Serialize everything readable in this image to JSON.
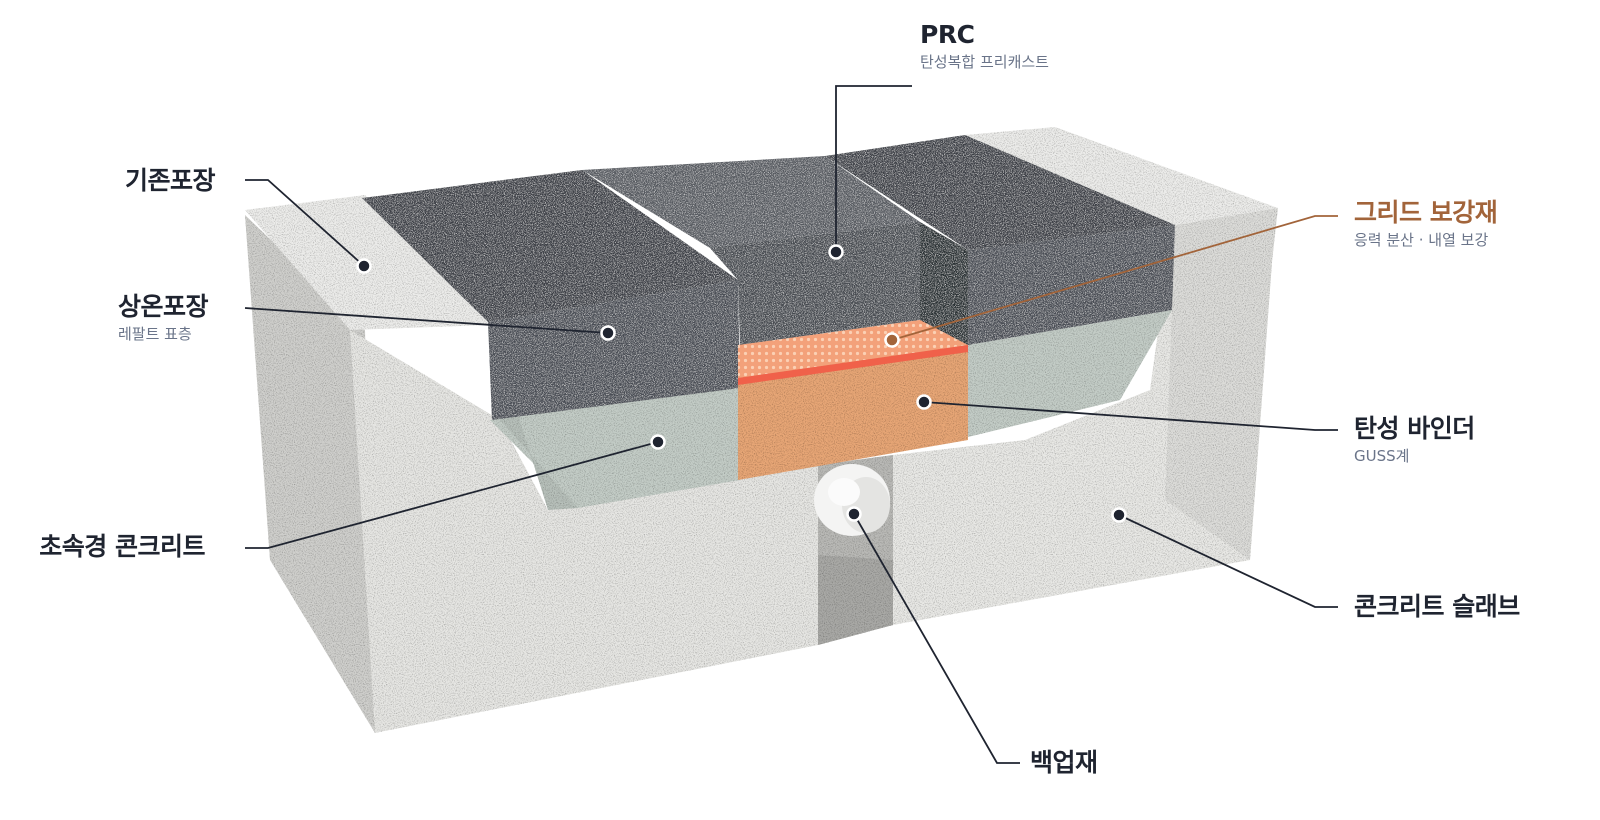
{
  "labels": {
    "prc": {
      "title": "PRC",
      "sub": "탄성복합 프리캐스트"
    },
    "existing": {
      "title": "기존포장",
      "sub": ""
    },
    "upper": {
      "title": "상온포장",
      "sub": "레팔트 표층"
    },
    "grid": {
      "title": "그리드 보강재",
      "sub": "응력 분산 · 내열 보강"
    },
    "binder": {
      "title": "탄성 바인더",
      "sub": "GUSS계"
    },
    "rapid": {
      "title": "초속경 콘크리트",
      "sub": ""
    },
    "slab": {
      "title": "콘크리트 슬래브",
      "sub": ""
    },
    "backup": {
      "title": "백업재",
      "sub": ""
    }
  },
  "colors": {
    "asphalt": "#4b4f55",
    "concrete": "#e9e9e7",
    "rapid_concrete": "#c9d1cc",
    "binder": "#e8a97a",
    "grid": "#f0785a",
    "accent": "#a2643a",
    "leader": "#1f2430"
  }
}
